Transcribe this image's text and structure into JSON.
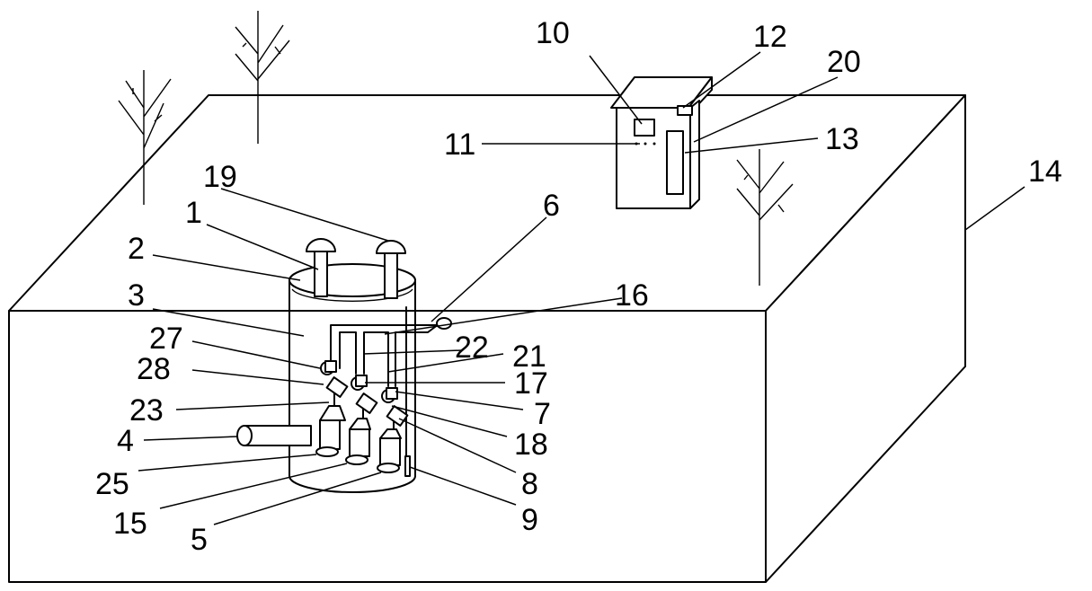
{
  "diagram": {
    "labels": [
      {
        "id": "l1",
        "text": "1"
      },
      {
        "id": "l2",
        "text": "2"
      },
      {
        "id": "l3",
        "text": "3"
      },
      {
        "id": "l4",
        "text": "4"
      },
      {
        "id": "l5",
        "text": "5"
      },
      {
        "id": "l6",
        "text": "6"
      },
      {
        "id": "l7",
        "text": "7"
      },
      {
        "id": "l8",
        "text": "8"
      },
      {
        "id": "l9",
        "text": "9"
      },
      {
        "id": "l10",
        "text": "10"
      },
      {
        "id": "l11",
        "text": "11"
      },
      {
        "id": "l12",
        "text": "12"
      },
      {
        "id": "l13",
        "text": "13"
      },
      {
        "id": "l14",
        "text": "14"
      },
      {
        "id": "l15",
        "text": "15"
      },
      {
        "id": "l16",
        "text": "16"
      },
      {
        "id": "l17",
        "text": "17"
      },
      {
        "id": "l18",
        "text": "18"
      },
      {
        "id": "l19",
        "text": "19"
      },
      {
        "id": "l20",
        "text": "20"
      },
      {
        "id": "l21",
        "text": "21"
      },
      {
        "id": "l22",
        "text": "22"
      },
      {
        "id": "l23",
        "text": "23"
      },
      {
        "id": "l25",
        "text": "25"
      },
      {
        "id": "l27",
        "text": "27"
      },
      {
        "id": "l28",
        "text": "28"
      }
    ]
  }
}
